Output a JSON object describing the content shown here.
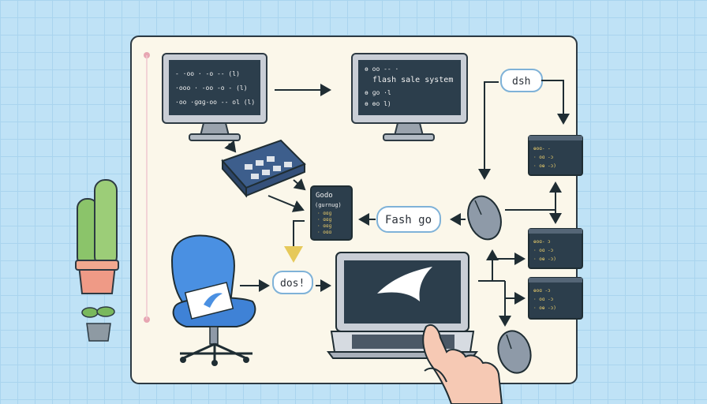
{
  "desktop_left": {
    "code_lines": [
      "- ·oo · -o -- (l)",
      "·ooo · -oo -o - (l)",
      "·oo ·ɡɑɡ-oo -- ol (l)"
    ]
  },
  "desktop_center": {
    "code_lines": [
      "ɵ oo -- ·",
      "flash sale system",
      "ɵ ɡo ·l",
      "ɵ ɵo l)"
    ]
  },
  "panel_godo": {
    "title": "Godo",
    "subtitle": "(gurnuɡ)",
    "lines": [
      "· ɑɑɡ",
      "· ɑɑɡ",
      "· ɑɑɡ",
      "· oɑɑ"
    ]
  },
  "labels": {
    "dsh": "dsh",
    "fash_go": "Fash go",
    "dos": "dos!"
  },
  "terminals": [
    {
      "lines": [
        "ɵoɑ- -",
        "· oɑ -ɔ",
        "· oɵ -ɔ)"
      ]
    },
    {
      "lines": [
        "ɵoɑ- ɔ",
        "· oɑ -ɔ",
        "· oɵ -ɔ)"
      ]
    },
    {
      "lines": [
        "ɵoɑ -ɔ",
        "· oɑ -ɔ",
        "· oɵ -ɔ)"
      ]
    }
  ],
  "colors": {
    "board": "#fbf7ea",
    "monitor": "#c9ced6",
    "screen": "#2c3e4c",
    "chair": "#4a90e2",
    "arrow": "#1f2d33",
    "highlight": "#f3d36b"
  }
}
